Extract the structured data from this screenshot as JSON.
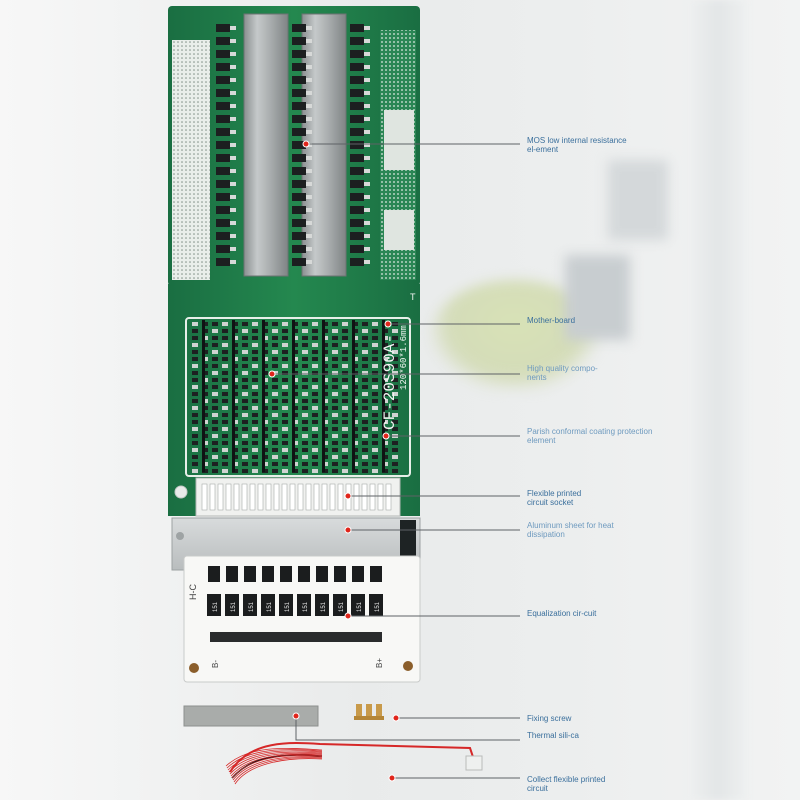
{
  "board": {
    "marking_model": "CF-20S90A-",
    "marking_size": "120*60*1.6mm",
    "silk_t": "T",
    "silk_hc": "H-C",
    "silk_b_minus": "B-",
    "silk_b_plus": "B+",
    "resistor_code": "151"
  },
  "callouts": [
    {
      "id": "mos",
      "label": "MOS low internal resistance el-ement"
    },
    {
      "id": "motherboard",
      "label": "Mother-board"
    },
    {
      "id": "components",
      "label": "High quality compo-nents"
    },
    {
      "id": "coating",
      "label": "Parish conformal coating protection element"
    },
    {
      "id": "socket",
      "label": "Flexible printed circuit socket"
    },
    {
      "id": "aluminum",
      "label": "Aluminum sheet for heat dissipation"
    },
    {
      "id": "equalization",
      "label": "Equalization cir-cuit"
    },
    {
      "id": "screw",
      "label": "Fixing screw"
    },
    {
      "id": "thermal",
      "label": "Thermal sili-ca"
    },
    {
      "id": "cable",
      "label": "Collect flexible printed circuit"
    }
  ],
  "colors": {
    "pcb_green": "#1f7a4a",
    "callout_dot": "#e0251b",
    "label_blue": "#3a6f9c"
  }
}
